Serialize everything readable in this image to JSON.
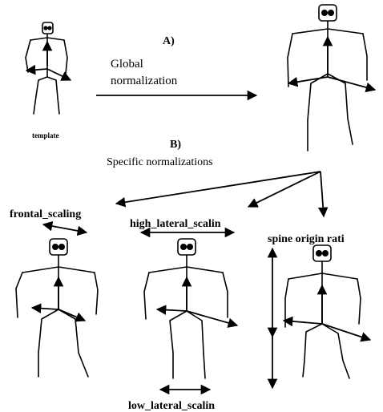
{
  "labels": {
    "section_a": "A)",
    "global_normalization_line1": "Global",
    "global_normalization_line2": "normalization",
    "template": "template",
    "section_b": "B)",
    "specific_normalizations": "Specific normalizations",
    "frontal_scaling": "frontal_scaling",
    "high_lateral_scaling": "high_lateral_scalin",
    "spine_origin_ratio": "spine origin rati",
    "low_lateral_scaling": "low_lateral_scalin"
  },
  "colors": {
    "ink": "#000000",
    "background": "#ffffff"
  }
}
